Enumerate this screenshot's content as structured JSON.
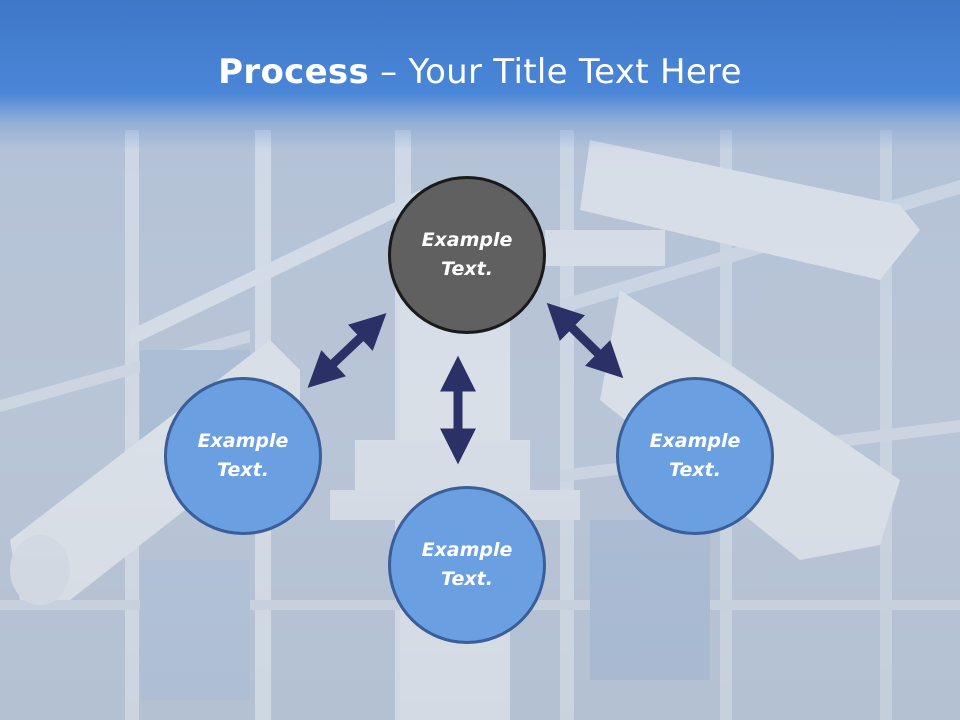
{
  "slide": {
    "title_bold": "Process",
    "title_separator": " – ",
    "title_rest": "Your Title Text Here"
  },
  "nodes": {
    "center": {
      "line1": "Example",
      "line2": "Text."
    },
    "left": {
      "line1": "Example",
      "line2": "Text."
    },
    "bottom": {
      "line1": "Example",
      "line2": "Text."
    },
    "right": {
      "line1": "Example",
      "line2": "Text."
    }
  },
  "colors": {
    "header_blue": "#4a86d8",
    "center_fill": "#606060",
    "node_fill": "#6a9fe1",
    "node_border": "#3a5e98",
    "arrow": "#2b3166"
  },
  "icons": [
    "double-arrow-icon"
  ]
}
